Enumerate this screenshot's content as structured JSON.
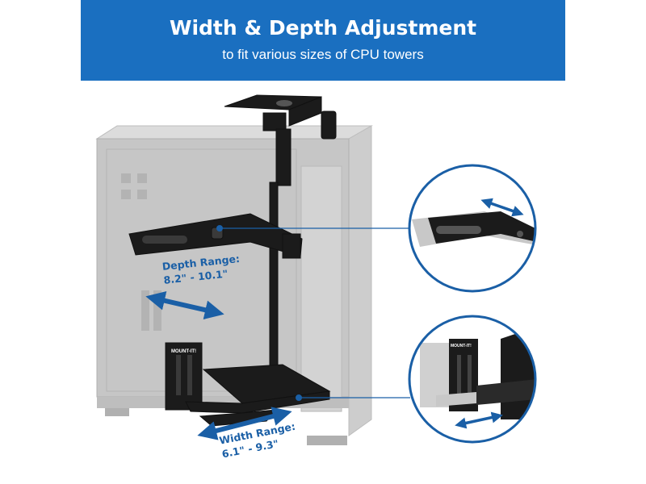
{
  "header": {
    "title": "Width & Depth Adjustment",
    "subtitle": "to fit various sizes of CPU towers"
  },
  "depth_range": {
    "label_line1": "Depth Range:",
    "label_line2": "8.2\" - 10.1\""
  },
  "width_range": {
    "label_line1": "Width Range:",
    "label_line2": "6.1\" - 9.3\""
  },
  "brand": {
    "logo_text": "MOUNT-IT!"
  },
  "colors": {
    "banner": "#1a6fc0",
    "accent": "#1a5fa6",
    "mount": "#1b1b1b",
    "tower": "#c9c9c9"
  }
}
